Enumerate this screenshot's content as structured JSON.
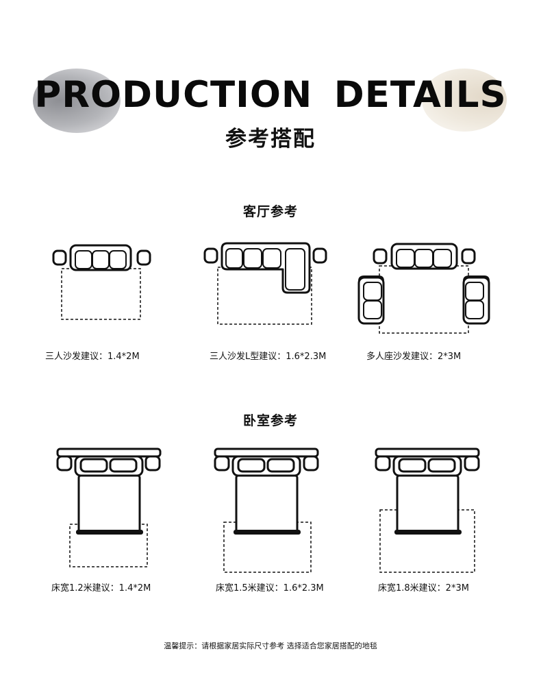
{
  "header": {
    "title": "PRODUCTION  DETAILS",
    "subtitle": "参考搭配"
  },
  "living_room": {
    "title": "客厅参考",
    "items": [
      {
        "caption": "三人沙发建议：1.4*2M"
      },
      {
        "caption": "三人沙发L型建议：1.6*2.3M"
      },
      {
        "caption": "多人座沙发建议：2*3M"
      }
    ]
  },
  "bedroom": {
    "title": "卧室参考",
    "items": [
      {
        "caption": "床宽1.2米建议：1.4*2M"
      },
      {
        "caption": "床宽1.5米建议：1.6*2.3M"
      },
      {
        "caption": "床宽1.8米建议：2*3M"
      }
    ]
  },
  "footer": {
    "note": "温馨提示：请根据家居实际尺寸参考 选择适合您家居搭配的地毯"
  },
  "colors": {
    "background": "#ffffff",
    "text": "#111111",
    "blob_left": "#a0a1a5",
    "blob_right": "#e8dfd1"
  }
}
